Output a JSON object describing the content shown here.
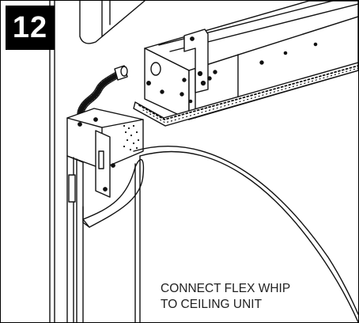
{
  "step": {
    "number": "12"
  },
  "caption": {
    "line1": "CONNECT FLEX WHIP",
    "line2": "TO CEILING UNIT"
  }
}
